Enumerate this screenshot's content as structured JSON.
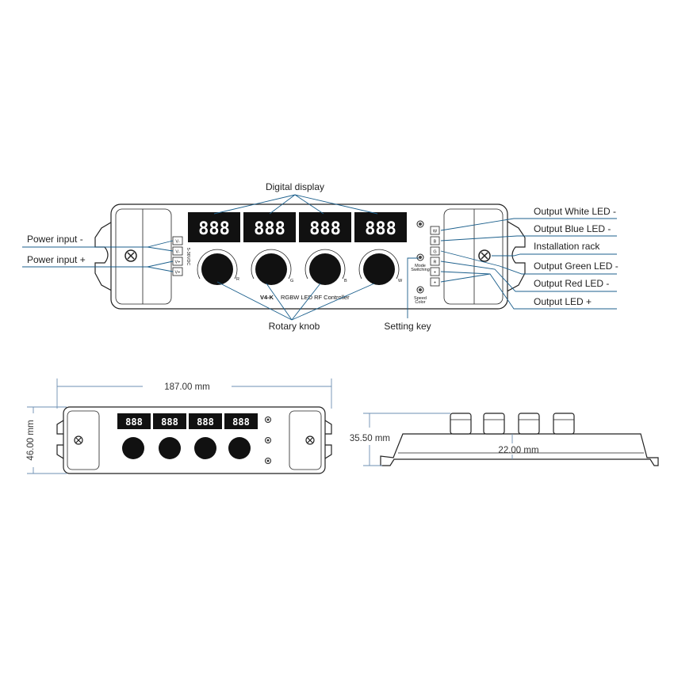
{
  "top_view": {
    "display_digits": "888",
    "model": "V4-K",
    "product_name": "RGBW LED RF Controller",
    "knob_letters": [
      "R",
      "G",
      "B",
      "W"
    ],
    "power_pins": [
      "V-",
      "V-",
      "V+",
      "V+"
    ],
    "voltage_text": "5-36VDC",
    "output_pins": [
      "W",
      "B",
      "G",
      "R",
      "+",
      "+"
    ],
    "button_labels": [
      "Mode",
      "Speed"
    ],
    "button_sublabels": [
      "Switching",
      "Color"
    ]
  },
  "callouts": {
    "digital_display": "Digital display",
    "rotary_knob": "Rotary knob",
    "setting_key": "Setting key",
    "power_input_minus": "Power input -",
    "power_input_plus": "Power input +",
    "output_white": "Output White LED -",
    "output_blue": "Output Blue LED -",
    "installation_rack": "Installation rack",
    "output_green": "Output Green LED -",
    "output_red": "Output Red LED -",
    "output_plus": "Output LED +"
  },
  "dimensions": {
    "length": "187.00 mm",
    "width": "46.00 mm",
    "height": "35.50 mm",
    "body_height": "22.00 mm"
  },
  "colors": {
    "leader": "#1b5f8c",
    "dimension": "#6d8fb3",
    "display": "#111111"
  }
}
